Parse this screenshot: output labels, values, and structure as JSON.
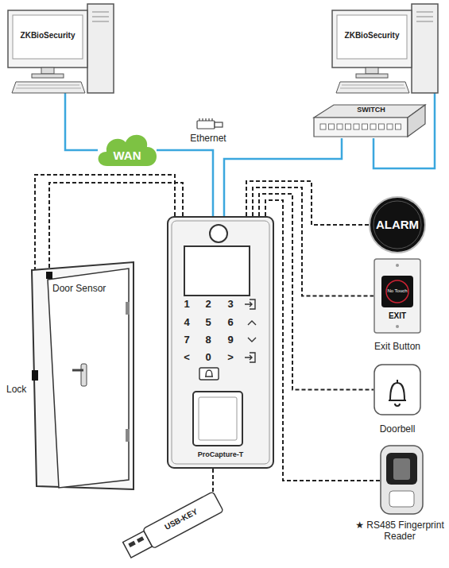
{
  "diagram": {
    "nodes": [
      {
        "text": [
          "ZKBioSecurity"
        ]
      },
      {
        "text": [
          "ZKBioSecurity"
        ]
      },
      {
        "text": [
          "SWITCH"
        ]
      },
      {
        "text": [
          "WAN"
        ]
      },
      {
        "text": [
          "ProCapture-T"
        ]
      },
      {
        "text": [
          "ALARM"
        ]
      },
      {
        "text": [
          "No Touch",
          "EXIT",
          "Exit Button"
        ]
      },
      {
        "text": [
          "Doorbell"
        ]
      },
      {
        "text": [
          "★ RS485 Fingerprint Reader"
        ]
      },
      {
        "text": [
          "USB-KEY"
        ]
      }
    ],
    "edges": [
      {
        "from": 0,
        "to": 3,
        "arrow": "none"
      },
      {
        "from": 3,
        "to": 4,
        "arrow": "none"
      },
      {
        "from": 2,
        "to": 1,
        "arrow": "none"
      },
      {
        "from": 2,
        "to": 4,
        "arrow": "none"
      },
      {
        "from": 4,
        "to": 5,
        "arrow": "none"
      },
      {
        "from": 4,
        "to": 6,
        "arrow": "none"
      },
      {
        "from": 4,
        "to": 7,
        "arrow": "none"
      },
      {
        "from": 4,
        "to": 8,
        "arrow": "none"
      },
      {
        "from": 4,
        "to": 9,
        "arrow": "none"
      }
    ],
    "labels": [
      "Ethernet",
      "Door Sensor",
      "Lock",
      "1",
      "2",
      "3",
      "4",
      "5",
      "6",
      "7",
      "8",
      "9",
      "<",
      "0",
      ">"
    ]
  }
}
